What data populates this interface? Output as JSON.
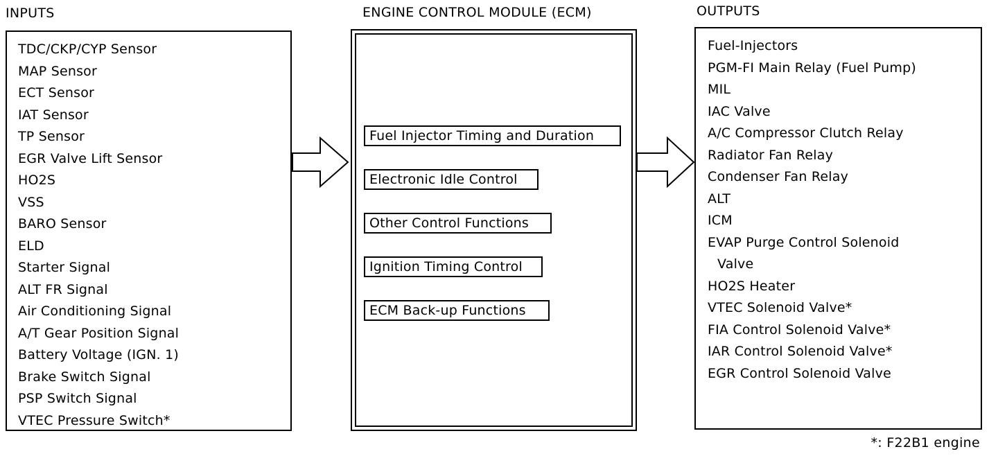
{
  "inputs": {
    "title": "INPUTS",
    "items": [
      "TDC/CKP/CYP Sensor",
      "MAP Sensor",
      "ECT Sensor",
      "IAT Sensor",
      "TP Sensor",
      "EGR Valve Lift Sensor",
      "HO2S",
      "VSS",
      "BARO Sensor",
      "ELD",
      "Starter Signal",
      "ALT FR Signal",
      "Air Conditioning Signal",
      "A/T Gear Position Signal",
      "Battery Voltage (IGN. 1)",
      "Brake Switch Signal",
      "PSP Switch Signal",
      "VTEC Pressure Switch*"
    ]
  },
  "ecm": {
    "title": "ENGINE CONTROL MODULE (ECM)",
    "functions": [
      "Fuel Injector Timing and Duration",
      "Electronic Idle Control",
      "Other Control Functions",
      "Ignition Timing Control",
      "ECM Back-up Functions"
    ]
  },
  "outputs": {
    "title": "OUTPUTS",
    "items": [
      "Fuel-Injectors",
      "PGM-FI Main Relay (Fuel Pump)",
      "MIL",
      "IAC Valve",
      "A/C Compressor Clutch Relay",
      "Radiator Fan Relay",
      "Condenser Fan Relay",
      "ALT",
      "ICM",
      "EVAP Purge Control Solenoid",
      "Valve",
      "HO2S Heater",
      "VTEC Solenoid Valve*",
      "FIA Control Solenoid Valve*",
      "IAR Control Solenoid Valve*",
      "EGR Control Solenoid Valve"
    ]
  },
  "footnote": "*: F22B1 engine",
  "arrows": {
    "inputs_to_ecm": "hollow-right-arrow-icon",
    "ecm_to_outputs": "hollow-right-arrow-icon"
  }
}
